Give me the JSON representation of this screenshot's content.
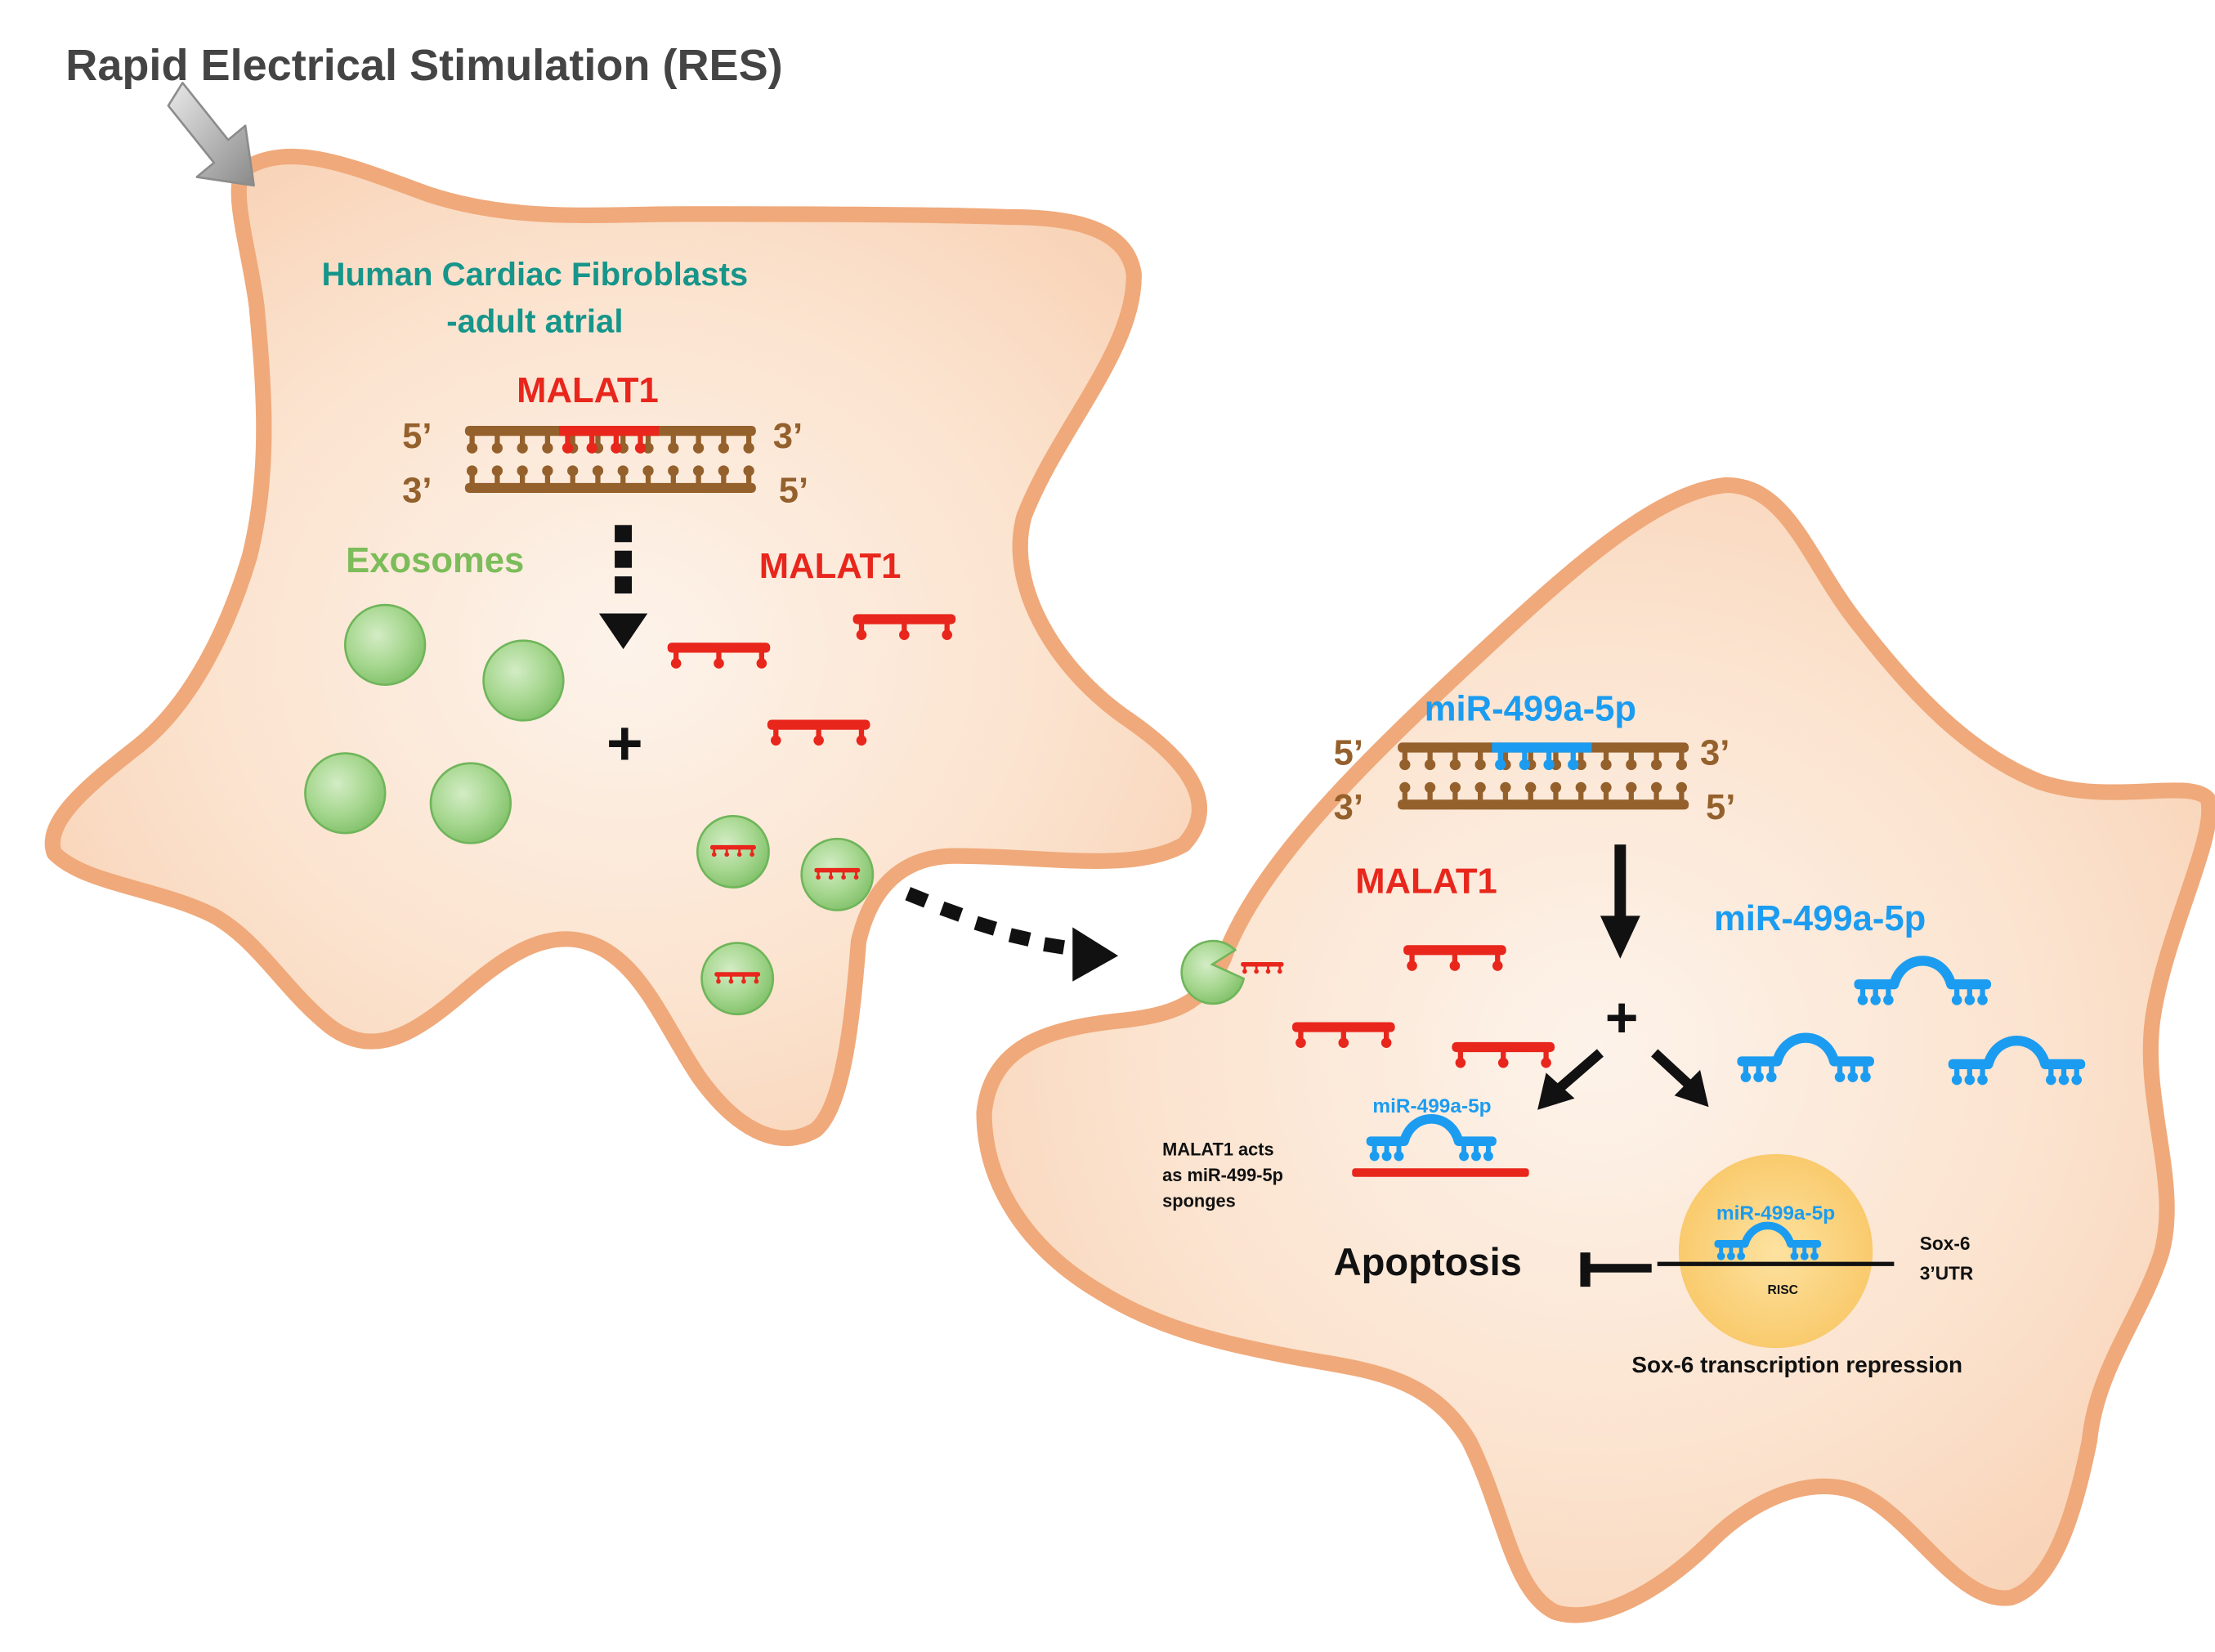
{
  "title": "Rapid Electrical Stimulation (RES)",
  "colors": {
    "cell_fill": "#fbdcc4",
    "cell_fill_inner": "#fdf1e8",
    "cell_border": "#f0a97a",
    "dna": "#94602c",
    "malat1": "#e8261c",
    "mir": "#1b9cf0",
    "exosome": "#9fd38a",
    "exosome_edge": "#6fb55a",
    "teal": "#16958a",
    "green_text": "#7cbc5a",
    "risc": "#fbd27d",
    "black": "#111111",
    "gray_arrow": "#a9a9a9"
  },
  "left_cell": {
    "cell_label_line1": "Human Cardiac Fibroblasts",
    "cell_label_line2": "-adult atrial",
    "gene_label": "MALAT1",
    "strand_top_left": "5’",
    "strand_top_right": "3’",
    "strand_bottom_left": "3’",
    "strand_bottom_right": "5’",
    "exosomes_label": "Exosomes",
    "malat1_label": "MALAT1",
    "plus": "+"
  },
  "right_cell": {
    "gene_label": "miR-499a-5p",
    "strand_top_left": "5’",
    "strand_top_right": "3’",
    "strand_bottom_left": "3’",
    "strand_bottom_right": "5’",
    "malat1_label": "MALAT1",
    "mir_label": "miR-499a-5p",
    "plus": "+",
    "sponge_mir_label": "miR-499a-5p",
    "sponge_line1": "MALAT1 acts",
    "sponge_line2": "as  miR-499-5p",
    "sponge_line3": "sponges",
    "apoptosis": "Apoptosis",
    "risc_mir_label": "miR-499a-5p",
    "risc_label": "RISC",
    "target_line1": "Sox-6",
    "target_line2": "3’UTR",
    "repression": "Sox-6 transcription repression"
  },
  "icons": {
    "res_arrow": "gray-block-arrow-icon",
    "transfer_arrow": "dotted-arrow-icon",
    "inhibition": "inhibition-bar-icon"
  }
}
